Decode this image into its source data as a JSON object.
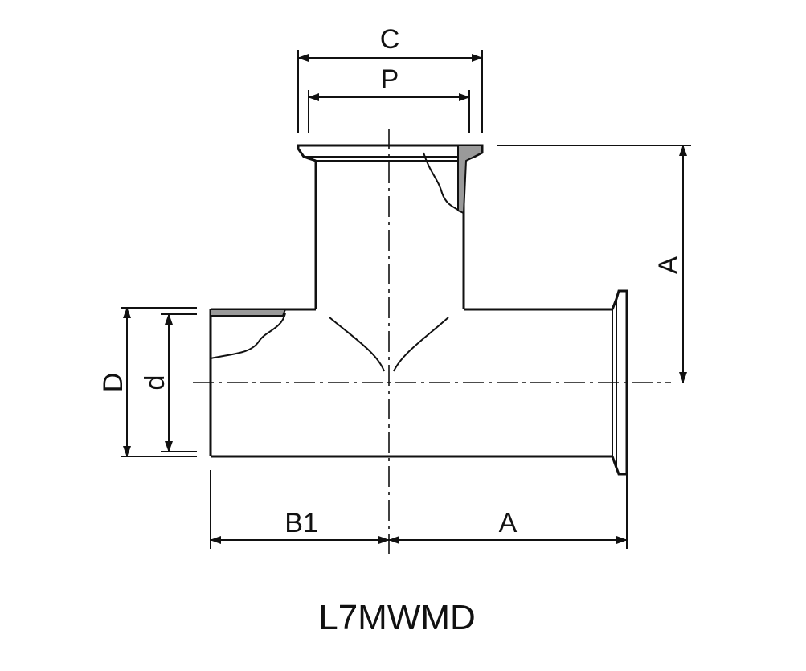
{
  "diagram": {
    "model_label": "L7MWMD",
    "dimension_labels": {
      "top_outer": "C",
      "top_inner": "P",
      "branch_height": "A",
      "outer_diameter": "D",
      "inner_diameter": "d",
      "left_length": "B1",
      "right_length": "A"
    },
    "colors": {
      "line": "#111111",
      "section_shading": "#9a9a9a",
      "background": "#ffffff"
    }
  }
}
